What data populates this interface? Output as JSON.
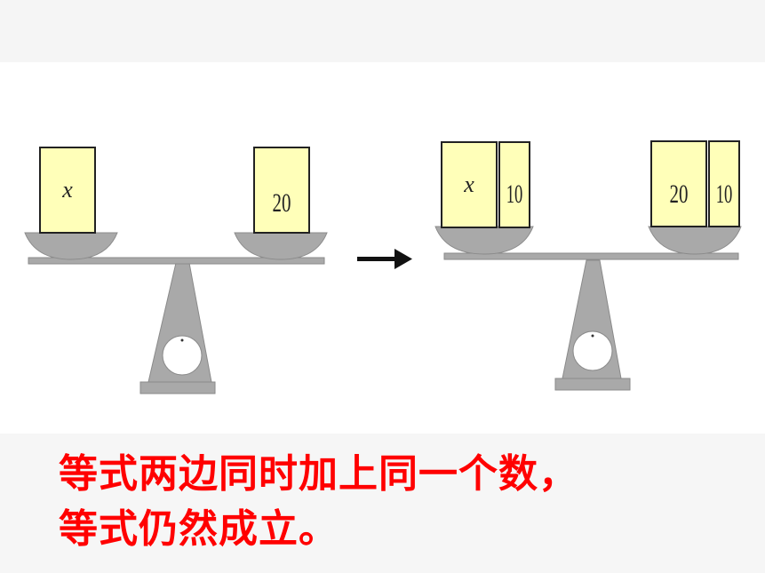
{
  "diagram": {
    "before": {
      "left_block": "x",
      "right_block": "20"
    },
    "arrow_icon": "right-arrow",
    "after": {
      "left_blocks": [
        "x",
        "10"
      ],
      "right_blocks": [
        "20",
        "10"
      ]
    },
    "colors": {
      "block_fill": "#ffffb9",
      "block_border": "#222222",
      "scale_gray": "#a9a9a9",
      "caption": "#ff0000"
    }
  },
  "caption": {
    "line1": "等式两边同时加上同一个数，",
    "line2": "等式仍然成立。"
  }
}
